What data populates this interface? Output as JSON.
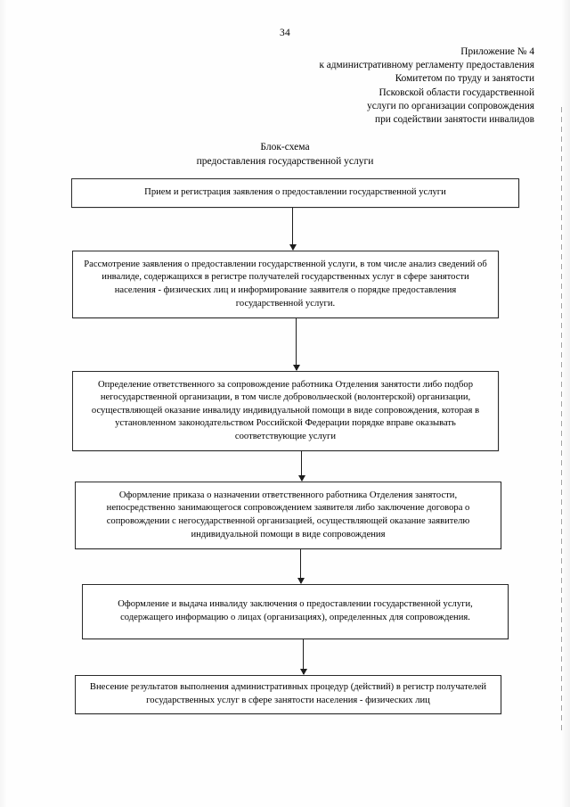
{
  "document": {
    "page_number": "34",
    "appendix": [
      "Приложение № 4",
      "к административному регламенту предоставления",
      "Комитетом по труду и занятости",
      "Псковской области государственной",
      "услуги по организации сопровождения",
      "при содействии занятости инвалидов"
    ],
    "scheme_title_line1": "Блок-схема",
    "scheme_title_line2": "предоставления государственной услуги"
  },
  "chart_data": {
    "type": "diagram",
    "title": "Блок-схема предоставления государственной услуги",
    "orientation": "vertical",
    "nodes": [
      {
        "id": "node-1",
        "order": 1,
        "text": "Прием и регистрация заявления о предоставлении государственной услуги"
      },
      {
        "id": "node-2",
        "order": 2,
        "text": "Рассмотрение заявления о предоставлении государственной услуги, в том числе анализ сведений об инвалиде, содержащихся в регистре получателей государственных услуг в сфере занятости населения - физических лиц и информирование заявителя о порядке предоставления государственной услуги."
      },
      {
        "id": "node-3",
        "order": 3,
        "text": "Определение ответственного за сопровождение работника Отделения занятости либо подбор негосударственной организации, в том числе добровольческой (волонтерской) организации, осуществляющей оказание инвалиду индивидуальной помощи в виде сопровождения, которая в установленном законодательством Российской Федерации порядке вправе оказывать соответствующие услуги"
      },
      {
        "id": "node-4",
        "order": 4,
        "text": "Оформление приказа о назначении ответственного работника Отделения занятости, непосредственно занимающегося сопровождением заявителя либо заключение договора о сопровождении с негосударственной организацией, осуществляющей оказание заявителю индивидуальной помощи в виде сопровождения"
      },
      {
        "id": "node-5",
        "order": 5,
        "text": "Оформление и выдача инвалиду заключения о предоставлении государственной услуги, содержащего информацию о лицах (организациях), определенных для сопровождения."
      },
      {
        "id": "node-6",
        "order": 6,
        "text": "Внесение результатов выполнения административных процедур (действий) в регистр получателей государственных услуг в сфере занятости населения - физических лиц"
      }
    ],
    "edges": [
      {
        "from": "node-1",
        "to": "node-2",
        "style": "arrow-down"
      },
      {
        "from": "node-2",
        "to": "node-3",
        "style": "arrow-down"
      },
      {
        "from": "node-3",
        "to": "node-4",
        "style": "arrow-down"
      },
      {
        "from": "node-4",
        "to": "node-5",
        "style": "arrow-down"
      },
      {
        "from": "node-5",
        "to": "node-6",
        "style": "arrow-down"
      }
    ],
    "colors": {
      "node_border": "#2b2b2b",
      "node_fill": "#ffffff",
      "connector": "#1d1d1d",
      "text": "#000000",
      "page_background": "#fefefe"
    }
  }
}
